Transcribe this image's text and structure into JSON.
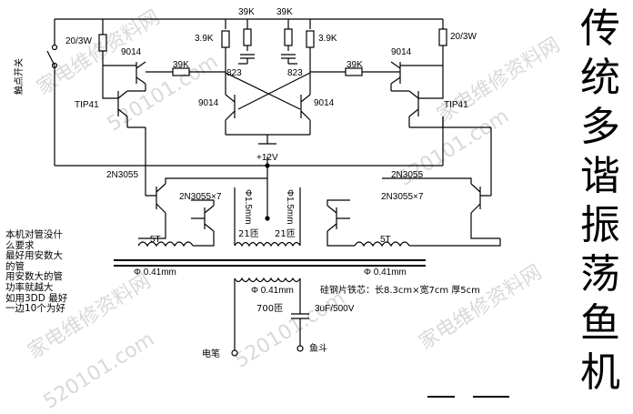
{
  "title_chars": [
    "传",
    "统",
    "多",
    "谐",
    "振",
    "荡",
    "鱼",
    "机"
  ],
  "watermarks": [
    "家电维修资料网",
    "520101.com",
    "家电维修资料网",
    "520101.com",
    "家电维修资料网",
    "520101.com",
    "家电维修资料网",
    "520101.com"
  ],
  "labels": {
    "r_left_power": "20/3W",
    "r_right_power": "20/3W",
    "t_left_9014": "9014",
    "t_right_9014": "9014",
    "r_top_left": "39K",
    "r_top_right": "39K",
    "r_left_39k": "39K",
    "r_right_39k": "39K",
    "r_left_3k9": "3.9K",
    "r_right_3k9": "3.9K",
    "c_left": "823",
    "c_right": "823",
    "t_center_left": "9014",
    "t_center_right": "9014",
    "t_left_tip41": "TIP41",
    "t_right_tip41": "TIP41",
    "switch_label": "触点开关",
    "supply": "+12V",
    "t_left_2n3055": "2N3055",
    "t_right_2n3055": "2N3055",
    "t_left_2n3055x7": "2N3055×7",
    "t_right_2n3055x7": "2N3055×7",
    "coil_left_turns": "5T",
    "coil_right_turns": "5T",
    "wire_center_left": "Φ1.5mm",
    "wire_center_right": "Φ1.5mm",
    "turns_center_left": "21匝",
    "turns_center_right": "21匝",
    "wire_left": "Φ 0.41mm",
    "wire_right": "Φ 0.41mm",
    "wire_secondary": "Φ 0.41mm",
    "core": "硅钢片铁芯：长8.3cm×宽7cm 厚5cm",
    "turns_secondary": "700匝",
    "cap_secondary": "3uF/500V",
    "electrode_pen": "电笔",
    "fish_bucket": "鱼斗"
  },
  "notes": [
    "本机对管没什",
    "么要求",
    "最好用安数大",
    "的管",
    "用安数大的管",
    "功率就越大",
    "如用3DD 最好",
    "一边10个为好"
  ]
}
